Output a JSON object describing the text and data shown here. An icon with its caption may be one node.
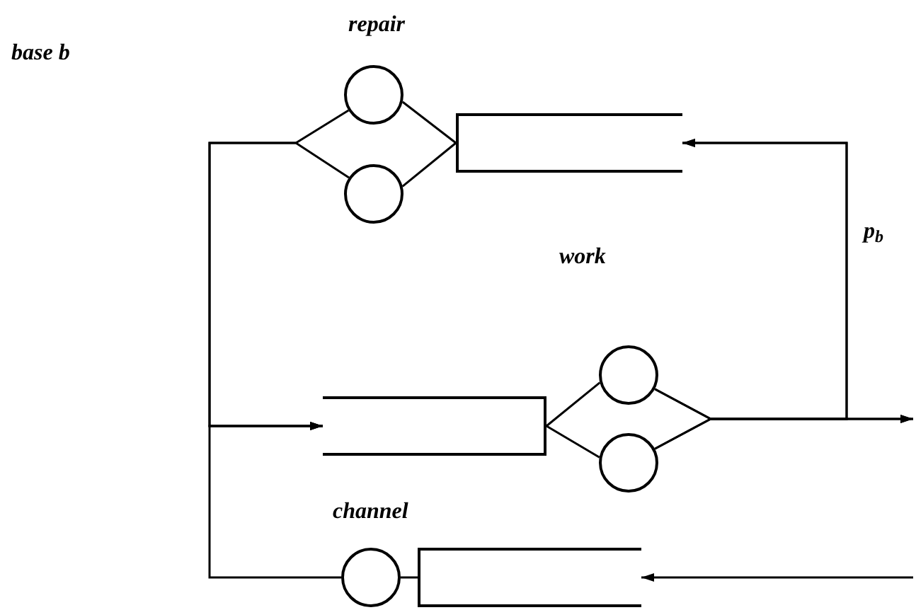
{
  "diagram": {
    "nodes": [
      {
        "text": [],
        "shape": "box"
      },
      {
        "text": [],
        "shape": "circle"
      },
      {
        "text": [],
        "shape": "circle"
      },
      {
        "text": [],
        "shape": "box"
      },
      {
        "text": [],
        "shape": "circle"
      },
      {
        "text": [],
        "shape": "circle"
      },
      {
        "text": [],
        "shape": "box"
      },
      {
        "text": [],
        "shape": "circle"
      }
    ],
    "edges": [
      {
        "from": 0,
        "to": 1,
        "arrow": "none"
      },
      {
        "from": 0,
        "to": 2,
        "arrow": "none"
      },
      {
        "from": 1,
        "to": 3,
        "arrow": "to"
      },
      {
        "from": 2,
        "to": 3,
        "arrow": "to"
      },
      {
        "from": 7,
        "to": 3,
        "arrow": "to"
      },
      {
        "from": 6,
        "to": 7,
        "arrow": "none"
      },
      {
        "from": 3,
        "to": 4,
        "arrow": "none"
      },
      {
        "from": 3,
        "to": 5,
        "arrow": "none"
      },
      {
        "from": 4,
        "to": null,
        "arrow": "to"
      },
      {
        "from": 5,
        "to": null,
        "arrow": "to"
      },
      {
        "from": 4,
        "to": 0,
        "arrow": "to",
        "label": "p$_{b}$"
      },
      {
        "from": 5,
        "to": 0,
        "arrow": "to"
      },
      {
        "from": null,
        "to": 6,
        "arrow": "to"
      }
    ],
    "labels": [
      "base b",
      "repair",
      "work",
      "channel"
    ]
  }
}
